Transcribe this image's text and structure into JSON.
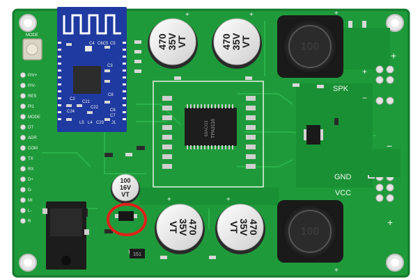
{
  "board": {
    "colors": {
      "pcb": "#1f9a3a",
      "pcb_dark": "#137a2b",
      "trace": "#2bb24a",
      "silkscreen": "#f4f7f4",
      "module": "#1f3aa0",
      "highlight": "#e0201a"
    },
    "bt_module": {
      "labels": [
        "C4",
        "C6C5",
        "C5",
        "C3",
        "C2",
        "C21",
        "C8",
        "C22",
        "C24",
        "L5",
        "L4",
        "C23",
        "J1",
        "C6",
        "C7"
      ]
    },
    "button_label": "MODE",
    "left_header_labels": [
      "P/V+",
      "P/V-",
      "RES",
      "PI1",
      "MODE",
      "DT",
      "ADR",
      "COM",
      "TX",
      "RX",
      "D+",
      "D-",
      "MI",
      "L-",
      "R"
    ],
    "capacitors": {
      "large": [
        {
          "lines": [
            "470",
            "35V",
            "VT"
          ]
        },
        {
          "lines": [
            "470",
            "35V",
            "VT"
          ]
        },
        {
          "lines": [
            "470",
            "35V",
            "VT"
          ]
        },
        {
          "lines": [
            "470",
            "35V",
            "VT"
          ]
        }
      ],
      "small": {
        "lines": [
          "100",
          "16V",
          "VT"
        ]
      }
    },
    "inductors": [
      {
        "label": "100"
      },
      {
        "label": "100"
      }
    ],
    "amp_chip": {
      "lines": [
        "TPA3116",
        "69ACG3"
      ]
    },
    "small_chip": {
      "label": "151"
    },
    "labels": {
      "spk": "SPK",
      "gnd": "GND",
      "vcc": "VCC",
      "plus": "+",
      "minus": "−"
    },
    "highlight": {
      "shape": "ellipse",
      "color": "red"
    }
  }
}
